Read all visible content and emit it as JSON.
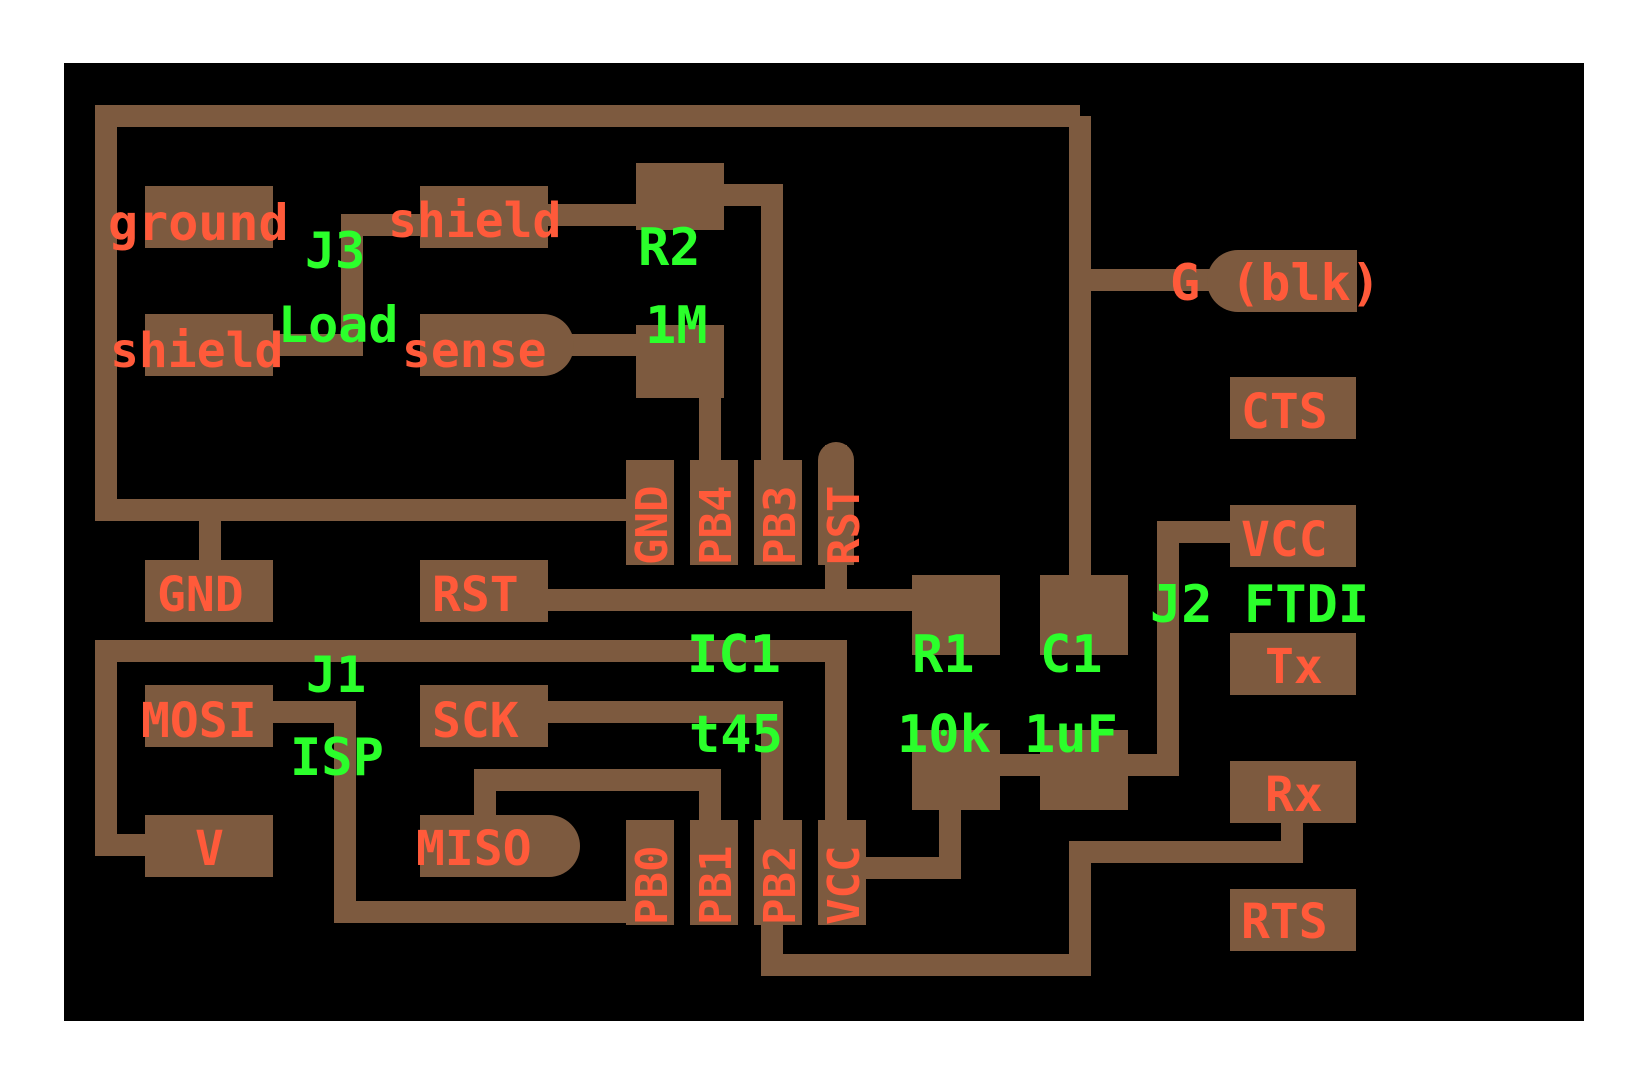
{
  "colors": {
    "board": "#000000",
    "copper": "#7d5a3f",
    "pad_text": "#ff5a3a",
    "part_text": "#2bff2b"
  },
  "pads": {
    "ground": "ground",
    "shield_top": "shield",
    "shield_left": "shield",
    "sense": "sense",
    "gnd_isp": "GND",
    "rst_isp": "RST",
    "mosi": "MOSI",
    "sck": "SCK",
    "miso": "MISO",
    "v": "V",
    "g_blk": "G (blk)",
    "cts": "CTS",
    "vcc_ftdi": "VCC",
    "tx": "Tx",
    "rx": "Rx",
    "rts": "RTS",
    "ic_gnd": "GND",
    "ic_pb4": "PB4",
    "ic_pb3": "PB3",
    "ic_rst": "RST",
    "ic_pb0": "PB0",
    "ic_pb1": "PB1",
    "ic_pb2": "PB2",
    "ic_vcc": "VCC"
  },
  "parts": {
    "j3": "J3",
    "load": "Load",
    "r2": "R2",
    "r2_value": "1M",
    "j1": "J1",
    "isp": "ISP",
    "ic1": "IC1",
    "ic1_value": "t45",
    "r1": "R1",
    "r1_value": "10k",
    "c1": "C1",
    "c1_value": "1uF",
    "j2_ftdi": "J2 FTDI"
  }
}
